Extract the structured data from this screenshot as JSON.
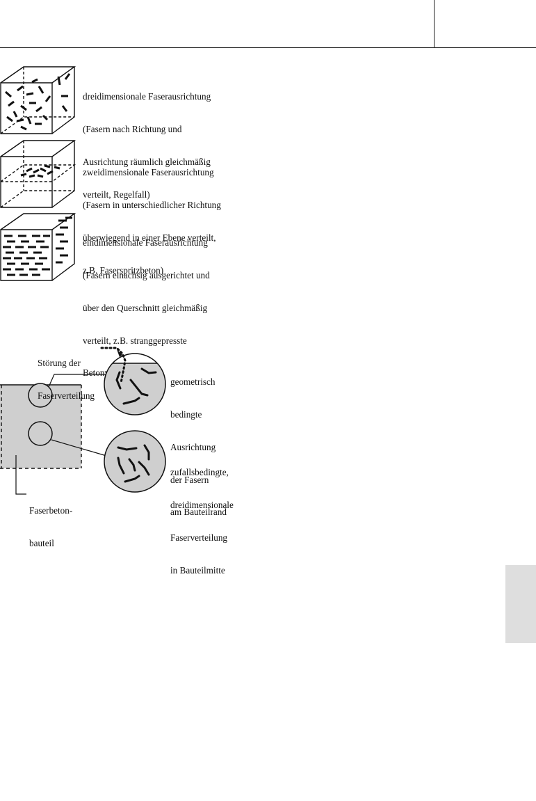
{
  "figure1": {
    "items": [
      {
        "lines": [
          "dreidimensionale Faserausrichtung",
          "(Fasern nach Richtung und",
          "Ausrichtung räumlich gleichmäßig",
          "verteilt, Regelfall)"
        ]
      },
      {
        "lines": [
          "zweidimensionale Faserausrichtung",
          "(Fasern in unterschiedlicher Richtung",
          "überwiegend in einer Ebene verteilt,",
          "z.B. Faserspritzbeton)"
        ]
      },
      {
        "lines": [
          "eindimensionale Faserausrichtung",
          "(Fasern einachsig ausgerichtet und",
          "über den Querschnitt gleichmäßig",
          "verteilt, z.B. stranggepresste",
          "Betonwaren)"
        ]
      }
    ]
  },
  "figure2": {
    "label_disturbance": [
      "Störung der",
      "Faserverteilung"
    ],
    "label_edge": [
      "geometrisch",
      "bedingte",
      "Ausrichtung",
      "der Fasern",
      "am Bauteilrand"
    ],
    "label_center": [
      "zufallsbedingte,",
      "dreidimensionale",
      "Faserverteilung",
      "in Bauteilmitte"
    ],
    "label_member": [
      "Faserbeton-",
      "bauteil"
    ]
  },
  "colors": {
    "fill": "#cfcfcf",
    "line": "#111111",
    "tab": "#dedede"
  }
}
